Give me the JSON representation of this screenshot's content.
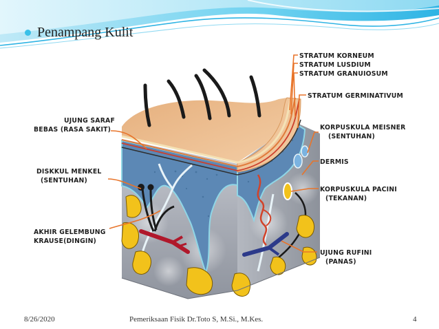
{
  "slide": {
    "title": "Penampang Kulit",
    "footer_date": "8/26/2020",
    "footer_center": "Pemeriksaan Fisik Dr.Toto S, M.Si., M.Kes.",
    "page_number": "4"
  },
  "labels": {
    "stratum_korneum": "STRATUM KORNEUM",
    "stratum_lusdium": "STRATUM LUSDIUM",
    "stratum_granuiosum": "STRATUM GRANUIOSUM",
    "stratum_germinativum": "STRATUM GERMINATIVUM",
    "ujung_saraf_1": "UJUNG SARAF",
    "ujung_saraf_2": "BEBAS (RASA SAKIT)",
    "korpuskula_meisner_1": "KORPUSKULA MEISNER",
    "korpuskula_meisner_2": "(SENTUHAN)",
    "dermis": "DERMIS",
    "diskkul_menkel_1": "DISKKUL MENKEL",
    "diskkul_menkel_2": "(SENTUHAN)",
    "korpuskula_pacini_1": "KORPUSKULA PACINI",
    "korpuskula_pacini_2": "(TEKANAN)",
    "akhir_gelembung_1": "AKHIR GELEMBUNG",
    "akhir_gelembung_2": "KRAUSE(DINGIN)",
    "ujung_rufini_1": "UJUNG RUFINI",
    "ujung_rufini_2": "(PANAS)"
  },
  "colors": {
    "accent": "#39c0e8",
    "leader_line": "#e8742a",
    "epidermis": "#e9b482",
    "dermis_blue": "#5c88b5",
    "pacini_yellow": "#f2c21b"
  }
}
